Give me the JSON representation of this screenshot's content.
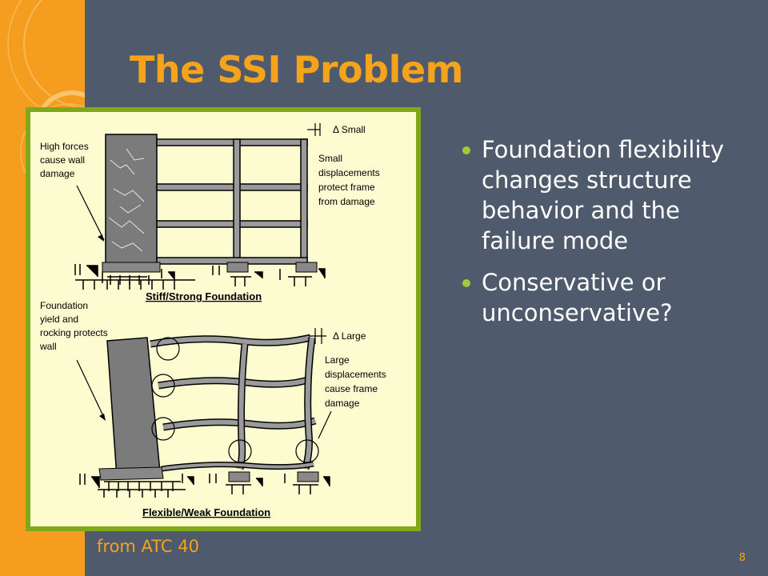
{
  "slide": {
    "title": "The SSI Problem",
    "bullets": [
      "Foundation flexibility changes structure behavior and the failure  mode",
      "Conservative or unconservative?"
    ],
    "caption": "from ATC 40",
    "page_number": "8"
  },
  "figure": {
    "top_annotation_left": [
      "High forces",
      "cause wall",
      "damage"
    ],
    "top_delta": "Δ Small",
    "top_annotation_right": [
      "Small",
      "displacements",
      "protect frame",
      "from damage"
    ],
    "top_label": "Stiff/Strong Foundation",
    "bottom_annotation_left": [
      "Foundation",
      "yield and",
      "rocking protects",
      "wall"
    ],
    "bottom_delta": "Δ Large",
    "bottom_annotation_right": [
      "Large",
      "displacements",
      "cause frame",
      "damage"
    ],
    "bottom_label": "Flexible/Weak Foundation"
  },
  "colors": {
    "background": "#4f5a6c",
    "accent_orange": "#f59d1f",
    "figure_border": "#81a81a",
    "figure_fill": "#fdfbd0",
    "bullet_dot": "#a4c93a"
  }
}
